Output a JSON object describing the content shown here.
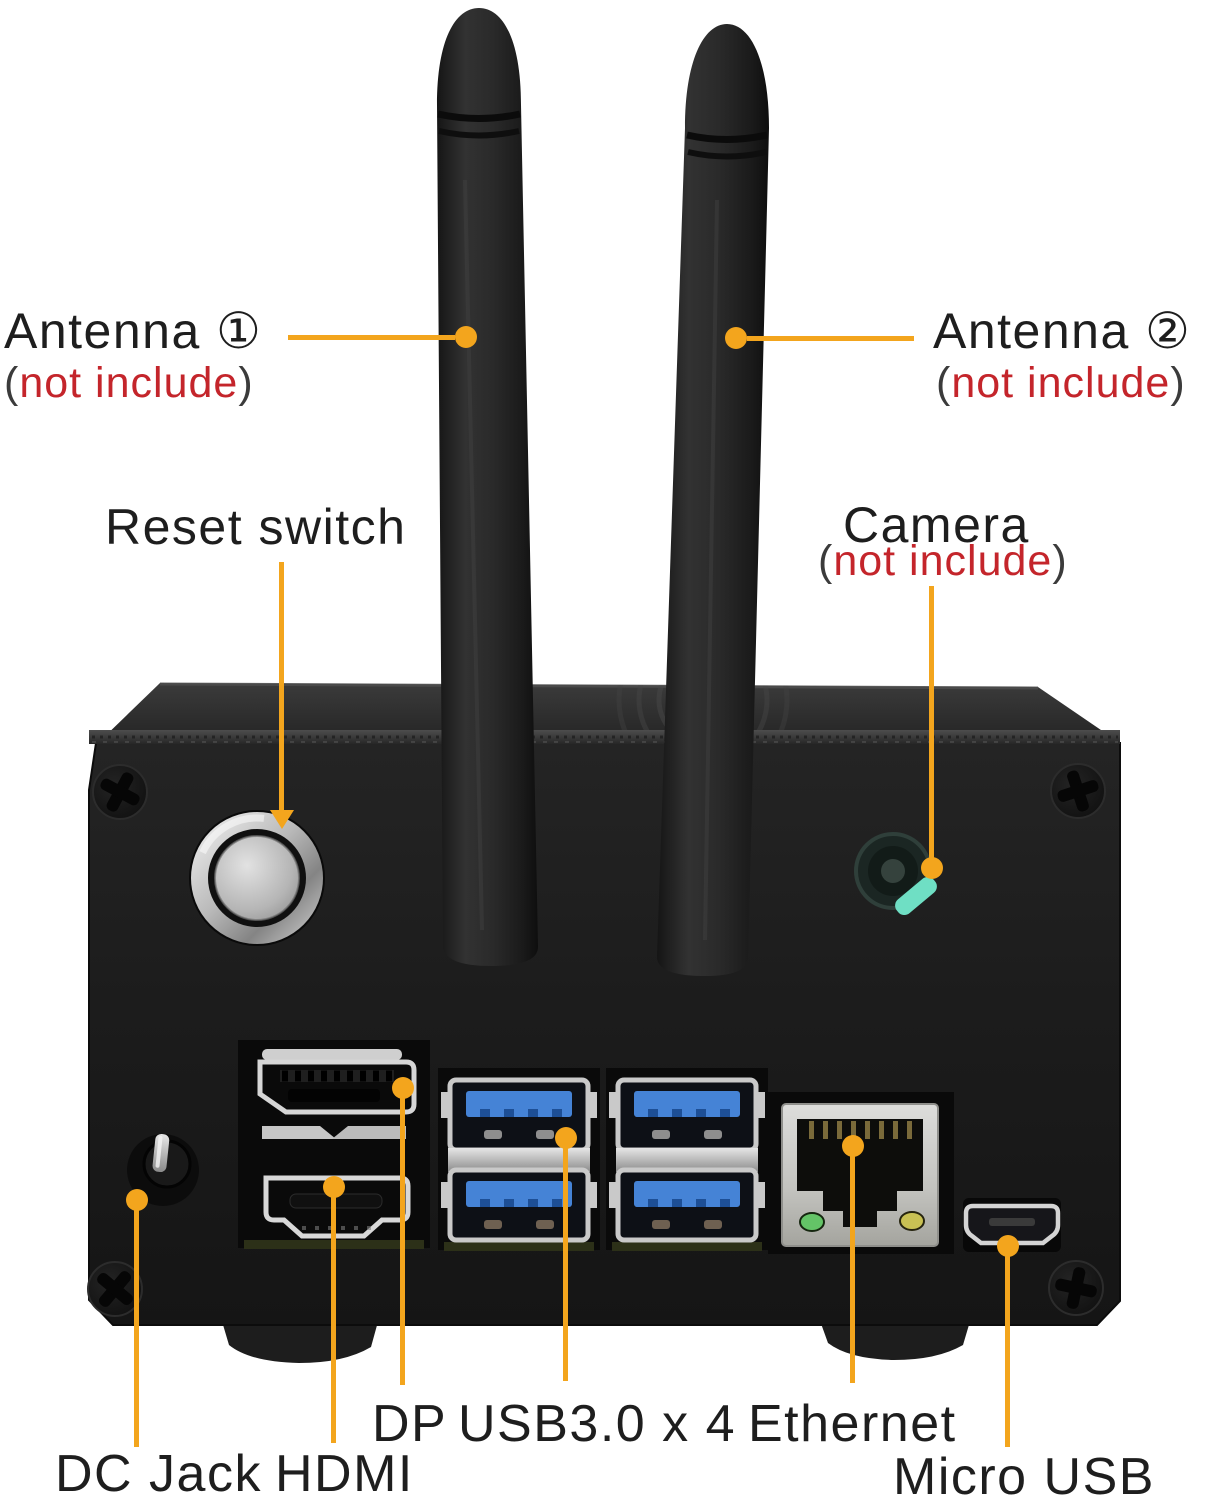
{
  "annotations": {
    "antenna1": {
      "title": "Antenna ①",
      "note_open": "(",
      "note_text": "not include",
      "note_close": ")"
    },
    "antenna2": {
      "title": "Antenna ②",
      "note_open": "(",
      "note_text": "not include",
      "note_close": ")"
    },
    "reset_switch": {
      "title": "Reset switch"
    },
    "camera": {
      "title": "Camera",
      "note_open": "(",
      "note_text": "not include",
      "note_close": ")"
    },
    "dp": {
      "title": "DP"
    },
    "usb": {
      "title": "USB3.0 x 4"
    },
    "ethernet": {
      "title": "Ethernet"
    },
    "dc_jack": {
      "title": "DC Jack"
    },
    "hdmi": {
      "title": "HDMI"
    },
    "micro_usb": {
      "title": "Micro USB"
    }
  },
  "colors": {
    "callout_orange": "#F3A51D",
    "warning_red": "#C4252B",
    "label_dark": "#1E1E1E",
    "usb_blue": "#4583D6",
    "camera_strip_teal": "#6FDFC4",
    "ethernet_led_green": "#64C467",
    "ethernet_led_yellow": "#C9C154"
  }
}
